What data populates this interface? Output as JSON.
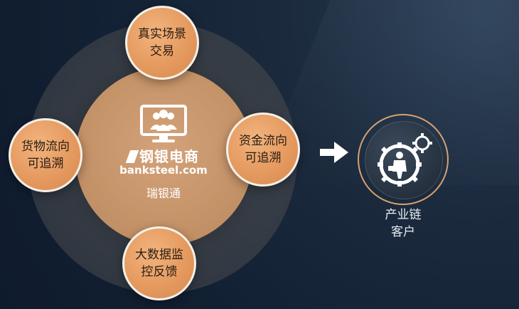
{
  "center": {
    "brand_name": "钢银电商",
    "brand_url": "banksteel.com",
    "product": "瑞银通",
    "icon": "monitor-users-icon"
  },
  "bubbles": {
    "top": "真实场景\n交易",
    "left": "货物流向\n可追溯",
    "right": "资金流向\n可追溯",
    "bottom": "大数据监\n控反馈"
  },
  "arrow_icon": "arrow-right-icon",
  "client": {
    "label": "产业链\n客户",
    "icon": "gear-businessman-icon"
  },
  "colors": {
    "background": "#152335",
    "bubble": "#e59a5f",
    "inner_disc": "#c69469",
    "accent_ring": "#d9a16f"
  }
}
